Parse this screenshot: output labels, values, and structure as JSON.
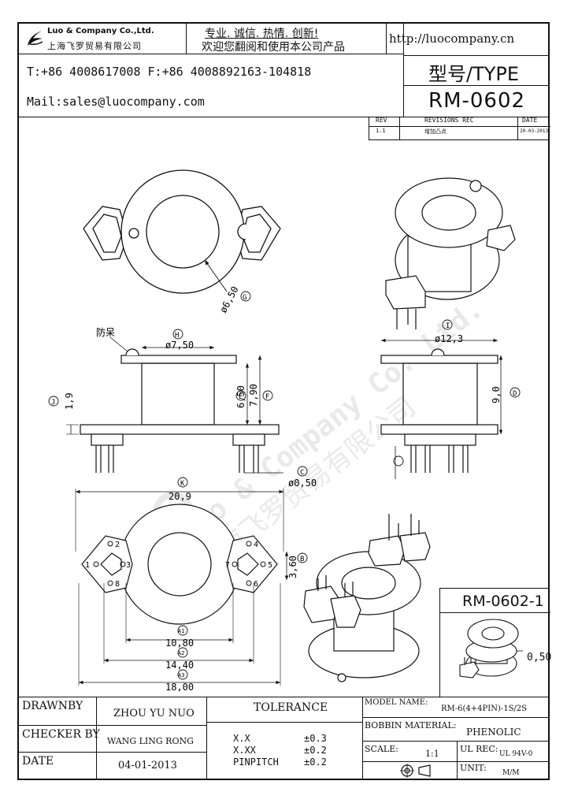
{
  "header": {
    "company_en": "Luo & Company Co.,Ltd.",
    "company_cn": "上海飞罗贸易有限公司",
    "slogan_line1": "专业. 诚信.  热情.  创新!",
    "slogan_line2": "欢迎您翻阅和使用本公司产品",
    "url": "http://luocompany.cn",
    "phone_fax": "T:+86 4008617008 F:+86 4008892163-104818",
    "mail": "Mail:sales@luocompany.com",
    "type_label": "型号/TYPE",
    "model": "RM-0602"
  },
  "revisions": {
    "headers": [
      "REV",
      "REVISIONS REC",
      "DATE"
    ],
    "rows": [
      {
        "rev": "1.1",
        "rec": "增加凸点",
        "date": "20-03-2013"
      }
    ]
  },
  "watermark": {
    "line1": "Luo & Company Co.,Ltd.",
    "line2": "上海飞罗贸易有限公司"
  },
  "drawing": {
    "top_view": {
      "dia_g": "ø6,50",
      "marker_g": "G"
    },
    "side_view": {
      "bump_label": "防呆",
      "marker_h": "H",
      "dim_h": "ø7,50",
      "marker_j": "J",
      "dim_j": "1,9",
      "dim_e": "6,50",
      "marker_e": "E",
      "dim_f": "7,90",
      "marker_f": "F",
      "marker_c": "C",
      "dim_c": "ø0,50"
    },
    "front_view": {
      "marker_i": "I",
      "dim_i": "ø12,3",
      "dim_d": "9,0",
      "marker_d": "D"
    },
    "bottom_view": {
      "marker_k": "K",
      "dim_k": "20,9",
      "dim_b": "3,60",
      "marker_b": "B",
      "marker_a1": "A1",
      "dim_a1": "10,80",
      "marker_a2": "A2",
      "dim_a2": "14,40",
      "marker_a3": "A3",
      "dim_a3": "18,00",
      "pins": [
        "1",
        "2",
        "3",
        "4",
        "5",
        "6",
        "7",
        "8"
      ]
    },
    "variant": {
      "model": "RM-0602-1",
      "dim": "0,50"
    }
  },
  "title_block": {
    "drawn_by_label": "DRAWNBY",
    "drawn_by": "ZHOU YU NUO",
    "checker_label": "CHECKER BY",
    "checker": "WANG LING RONG",
    "date_label": "DATE",
    "date": "04-01-2013",
    "tolerance_label": "TOLERANCE",
    "tol": [
      {
        "k": "X.X",
        "v": "±0.3"
      },
      {
        "k": "X.XX",
        "v": "±0.2"
      },
      {
        "k": "PINPITCH",
        "v": "±0.2"
      }
    ],
    "model_name_label": "MODEL NAME:",
    "model_name": "RM-6(4+4PIN)-1S/2S",
    "bobbin_label": "BOBBIN MATERIAL:",
    "bobbin": "PHENOLIC",
    "scale_label": "SCALE:",
    "scale": "1:1",
    "ul_label": "UL REC:",
    "ul": "UL 94V-0",
    "unit_label": "UNIT:",
    "unit": "M/M"
  }
}
